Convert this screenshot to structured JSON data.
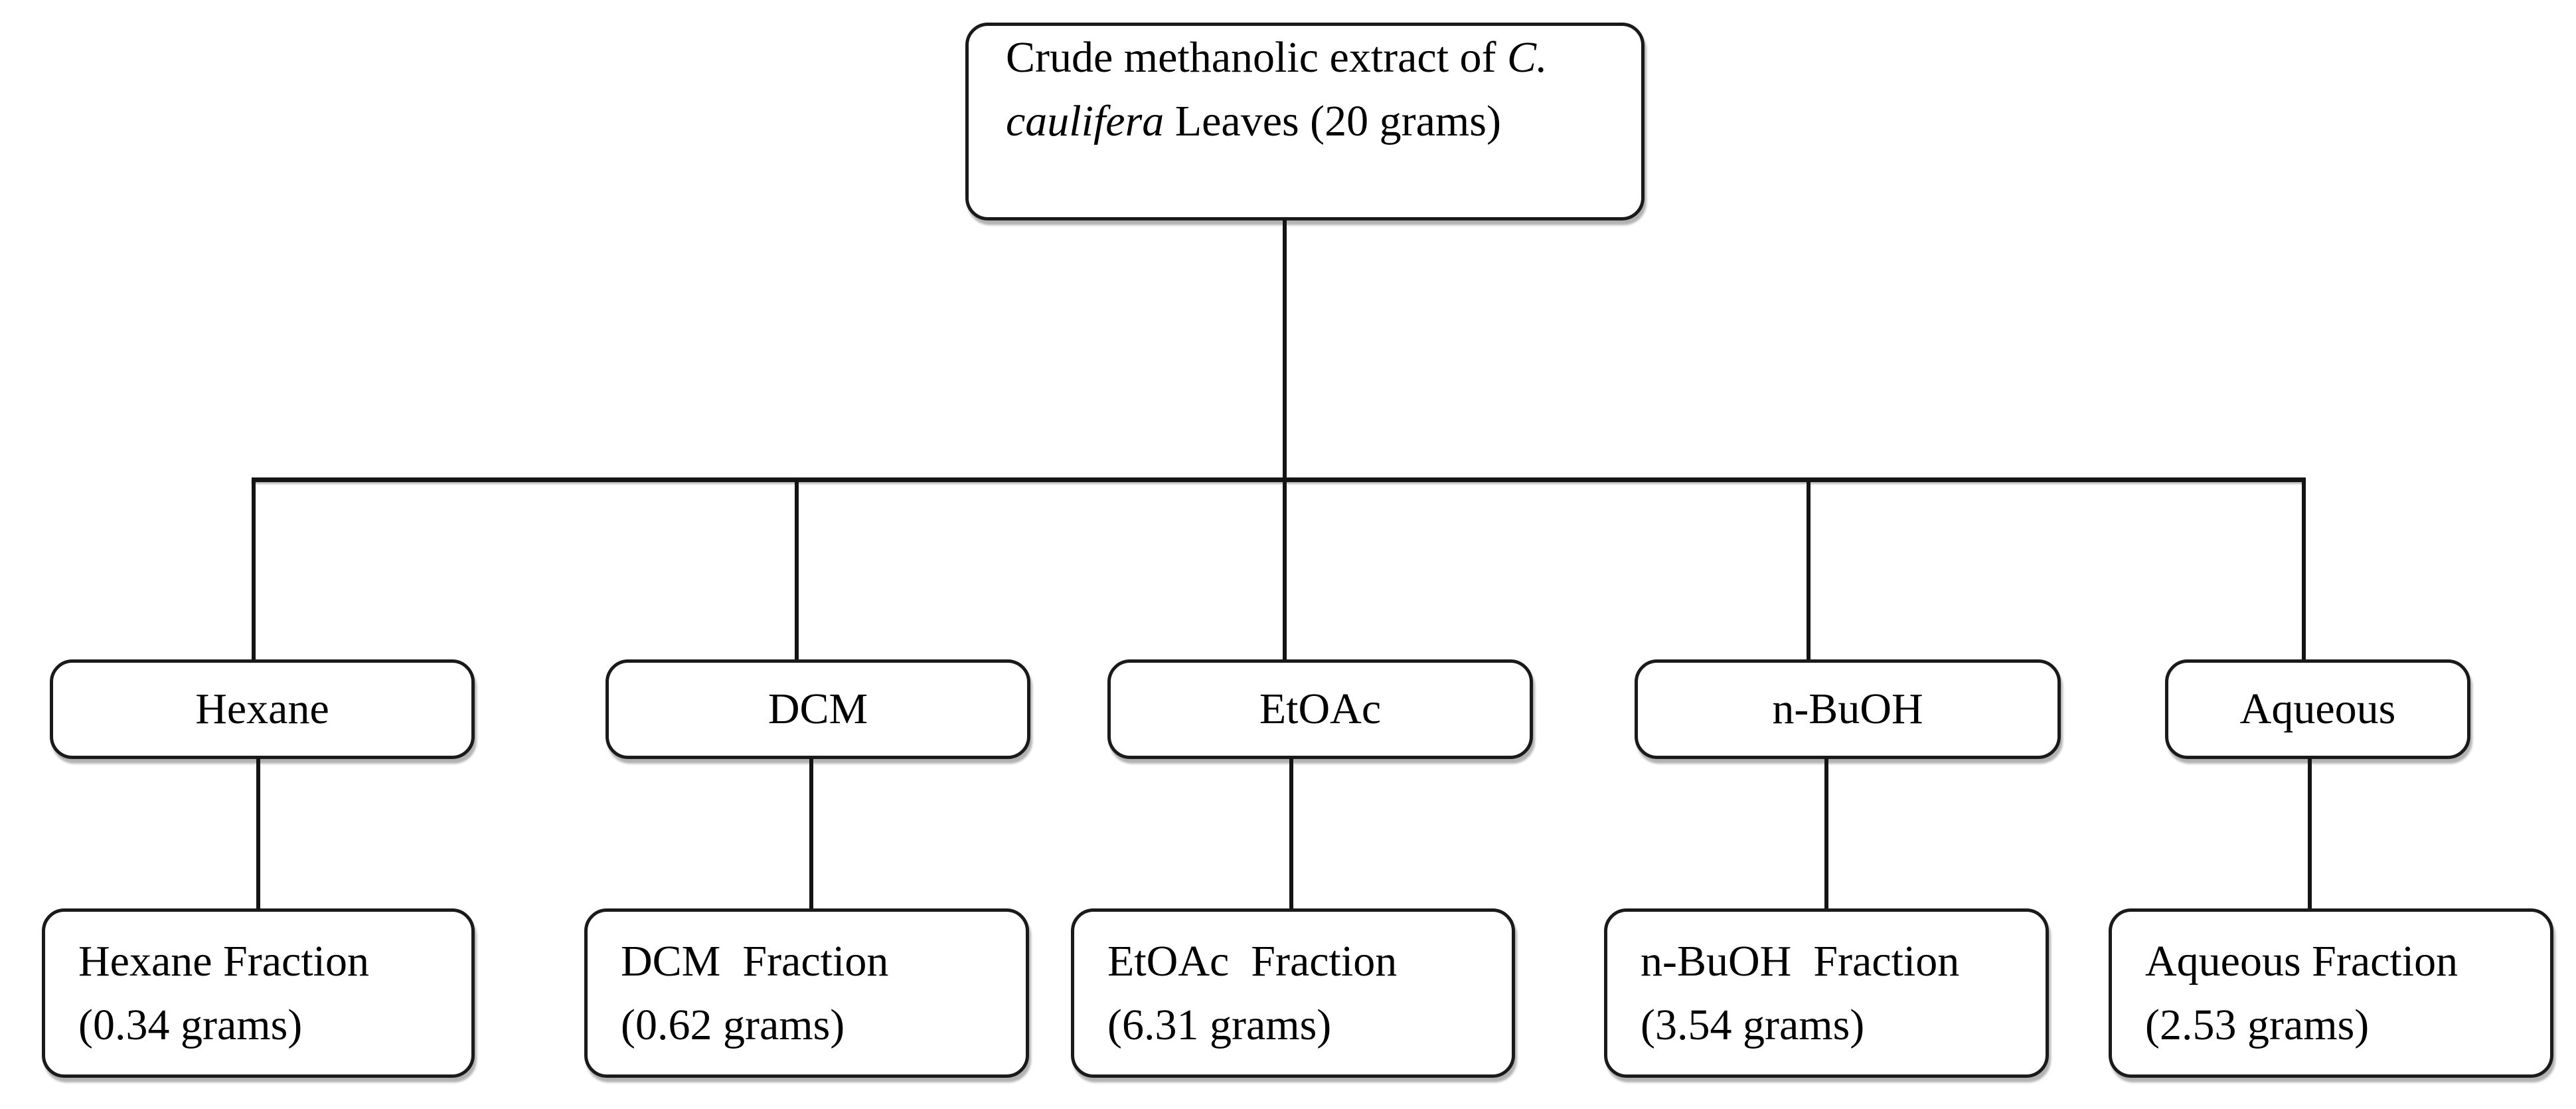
{
  "root": {
    "line1_text": "Crude methanolic extract of ",
    "line1_italic": "C.",
    "line2_italic": "caulifera",
    "line2_text": " Leaves (20 grams)"
  },
  "solvents": [
    {
      "label": "Hexane",
      "fraction_name": "Hexane Fraction",
      "fraction_amount": "(0.34 grams)"
    },
    {
      "label": "DCM",
      "fraction_name": "DCM  Fraction",
      "fraction_amount": "(0.62 grams)"
    },
    {
      "label": "EtOAc",
      "fraction_name": "EtOAc  Fraction",
      "fraction_amount": "(6.31 grams)"
    },
    {
      "label": "n-BuOH",
      "fraction_name": "n-BuOH  Fraction",
      "fraction_amount": "(3.54 grams)"
    },
    {
      "label": "Aqueous",
      "fraction_name": "Aqueous Fraction",
      "fraction_amount": "(2.53 grams)"
    }
  ],
  "colors": {
    "line": "#141414",
    "box_border": "#1a1a1a",
    "box_background": "#ffffff",
    "text": "#000000",
    "page_background": "#ffffff"
  }
}
